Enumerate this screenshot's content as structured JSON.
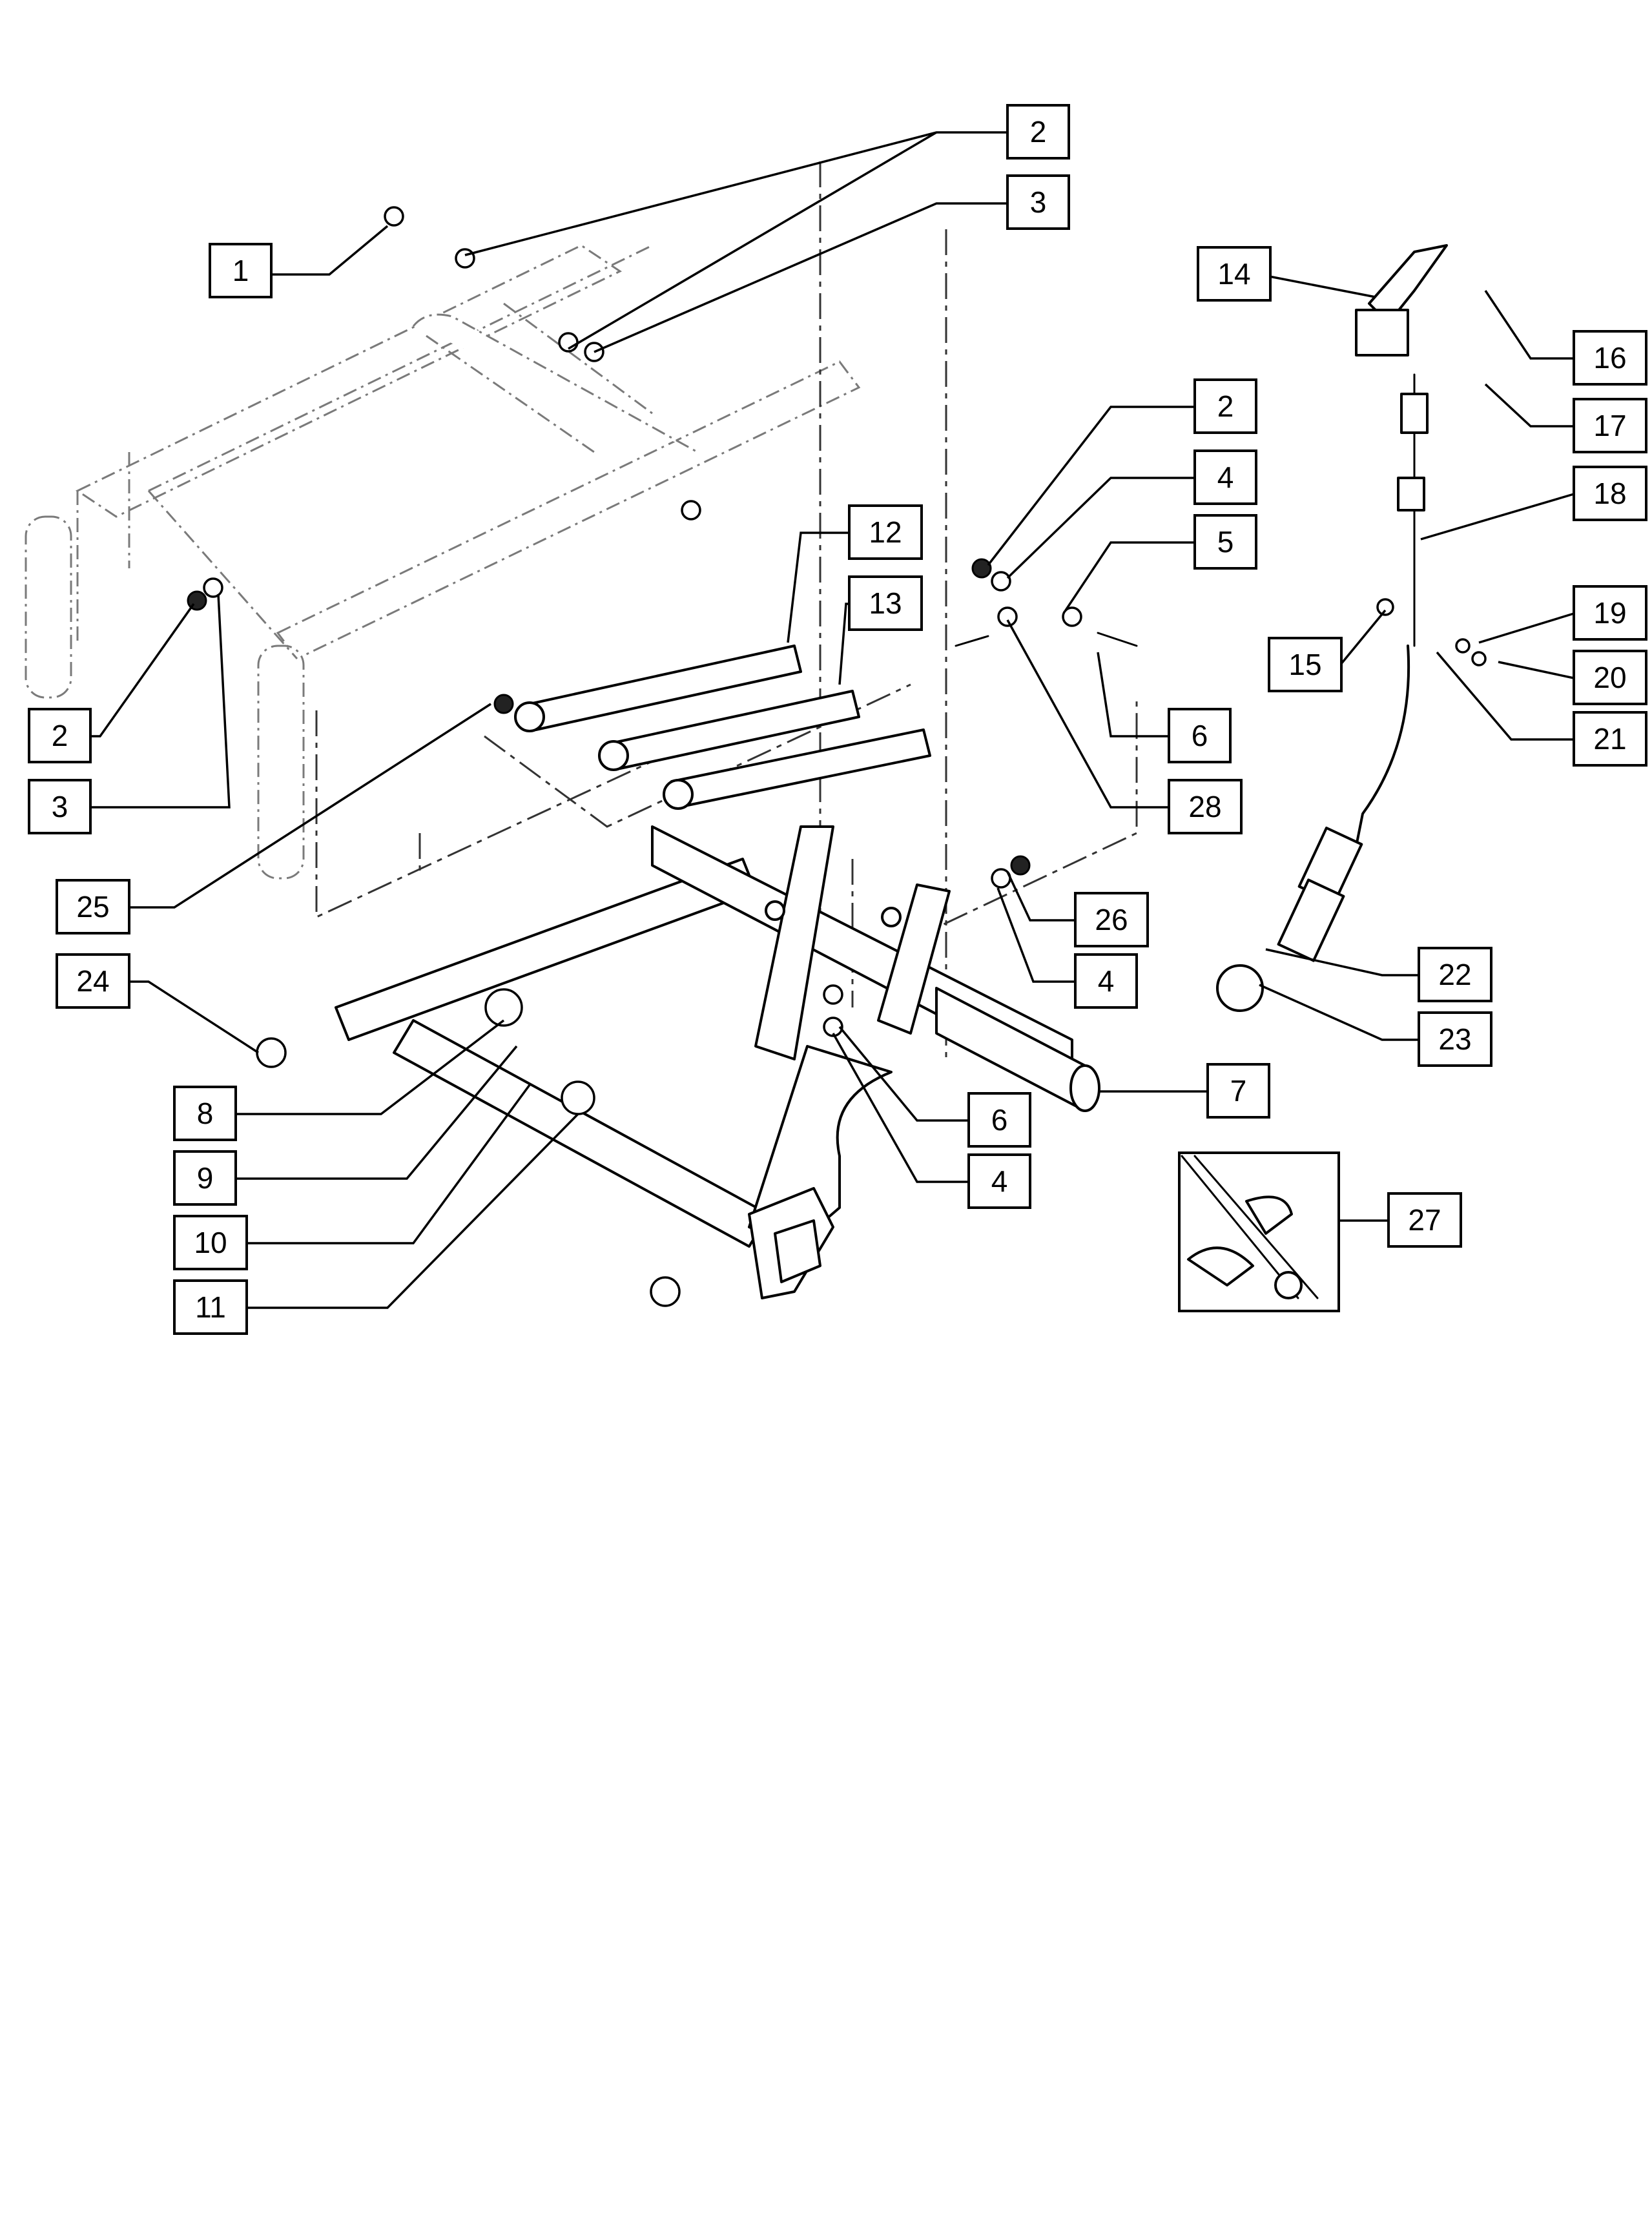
{
  "figure": {
    "kind": "exploded parts diagram"
  },
  "callouts": [
    {
      "id": "c1",
      "label": "1"
    },
    {
      "id": "c2a",
      "label": "2"
    },
    {
      "id": "c3a",
      "label": "3"
    },
    {
      "id": "c2b",
      "label": "2"
    },
    {
      "id": "c3b",
      "label": "3"
    },
    {
      "id": "c12",
      "label": "12"
    },
    {
      "id": "c13",
      "label": "13"
    },
    {
      "id": "c2c",
      "label": "2"
    },
    {
      "id": "c4a",
      "label": "4"
    },
    {
      "id": "c5",
      "label": "5"
    },
    {
      "id": "c6a",
      "label": "6"
    },
    {
      "id": "c28",
      "label": "28"
    },
    {
      "id": "c14",
      "label": "14"
    },
    {
      "id": "c16",
      "label": "16"
    },
    {
      "id": "c17",
      "label": "17"
    },
    {
      "id": "c18",
      "label": "18"
    },
    {
      "id": "c15",
      "label": "15"
    },
    {
      "id": "c19",
      "label": "19"
    },
    {
      "id": "c20",
      "label": "20"
    },
    {
      "id": "c21",
      "label": "21"
    },
    {
      "id": "c25",
      "label": "25"
    },
    {
      "id": "c26",
      "label": "26"
    },
    {
      "id": "c4b",
      "label": "4"
    },
    {
      "id": "c24",
      "label": "24"
    },
    {
      "id": "c7",
      "label": "7"
    },
    {
      "id": "c22",
      "label": "22"
    },
    {
      "id": "c23",
      "label": "23"
    },
    {
      "id": "c8",
      "label": "8"
    },
    {
      "id": "c9",
      "label": "9"
    },
    {
      "id": "c10",
      "label": "10"
    },
    {
      "id": "c11",
      "label": "11"
    },
    {
      "id": "c6b",
      "label": "6"
    },
    {
      "id": "c4c",
      "label": "4"
    },
    {
      "id": "c27",
      "label": "27"
    }
  ]
}
